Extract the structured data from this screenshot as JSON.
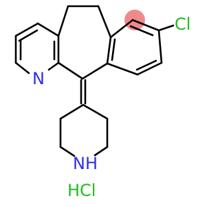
{
  "diagram": {
    "type": "structural-formula",
    "atom_labels": {
      "chlorine": "Cl",
      "pyridine_nitrogen": "N",
      "piperidine_amine": "NH",
      "salt": "HCl"
    },
    "colors": {
      "bond": "#000000",
      "nitrogen": "#2e2ee6",
      "chlorine": "#22bb22",
      "highlight": "#f08a8a"
    }
  }
}
